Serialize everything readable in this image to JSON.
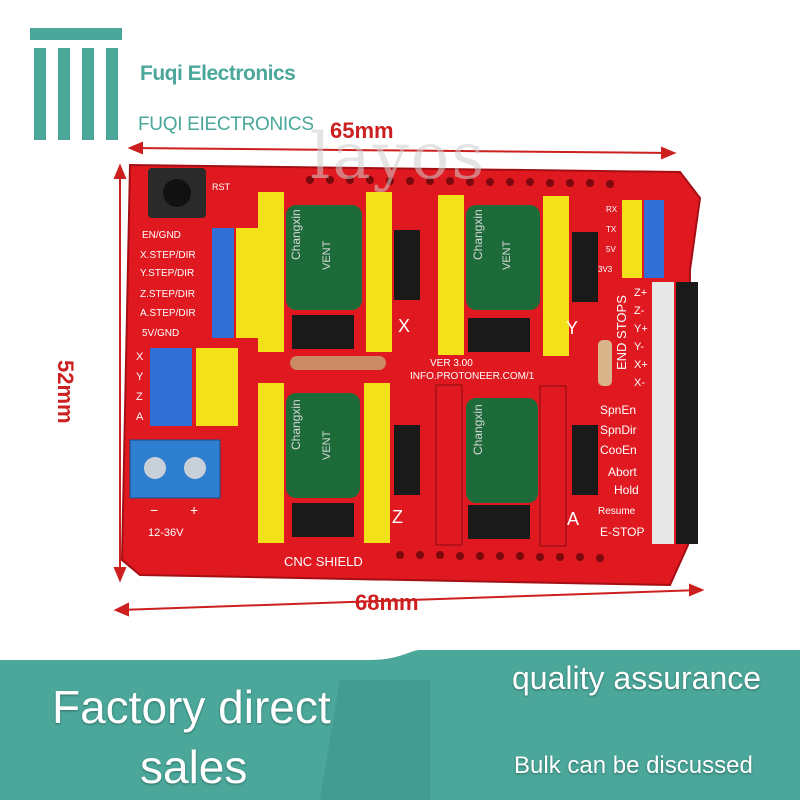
{
  "brand": {
    "name": "Fuqi Electronics",
    "name_caps": "FUQI EIECTRONICS"
  },
  "dimensions": {
    "top": "65mm",
    "left": "52mm",
    "bottom": "68mm"
  },
  "board": {
    "title": "CNC SHIELD",
    "version": "VER 3.00",
    "url": "INFO.PROTONEER.COM/1",
    "voltage": "12-36V",
    "left_labels": [
      "RST",
      "EN/GND",
      "X.STEP/DIR",
      "Y.STEP/DIR",
      "Z.STEP/DIR",
      "A.STEP/DIR",
      "5V/GND"
    ],
    "axis_letters": [
      "X",
      "Y",
      "Z",
      "A"
    ],
    "jumper_labels": [
      "X",
      "Y",
      "Z",
      "A"
    ],
    "right_labels": [
      "SpnEn",
      "SpnDir",
      "CooEn",
      "Abort",
      "Hold",
      "Resume",
      "E-STOP"
    ],
    "end_stops": "END STOPS",
    "end_stop_pins": [
      "Z+",
      "Z-",
      "Y+",
      "Y-",
      "X+",
      "X-"
    ],
    "serial_labels": [
      "RX",
      "TX",
      "5V",
      "3V3"
    ],
    "capacitor_text": "Changxin",
    "capacitor_sub": "VENT"
  },
  "banner": {
    "headline_line1": "Factory direct",
    "headline_line2": "sales",
    "quality": "quality assurance",
    "bulk": "Bulk can be discussed"
  },
  "colors": {
    "board_red": "#e0181f",
    "header_yellow": "#f3e21a",
    "teal": "#4aa79a",
    "dim_red": "#cc1f1f",
    "capacitor_green": "#1e6b3a"
  }
}
